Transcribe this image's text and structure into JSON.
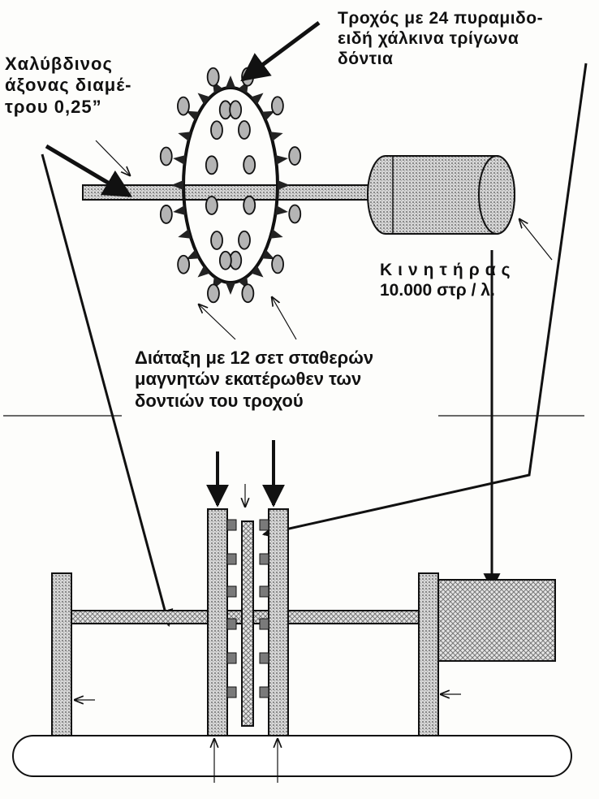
{
  "labels": {
    "axle": [
      "Χαλύβδινος",
      "άξονας διαμέ-",
      "τρου 0,25”"
    ],
    "wheel": [
      "Τροχός με 24 πυραμιδο-",
      "ειδή  χάλκινα  τρίγωνα",
      "δόντια"
    ],
    "motor": [
      "Κινητήρας",
      "10.000 στρ / λ."
    ],
    "magnets": [
      "Διάταξη με 12 σετ σταθερών",
      "μαγνητών  εκατέρωθεν  των",
      "δοντιών του τροχού"
    ]
  },
  "colors": {
    "ink": "#111111",
    "shaded": "#b4b4b4",
    "paper": "#fdfdfb"
  },
  "icons": {
    "arrow": "arrow-icon",
    "magnet": "magnet-icon",
    "tooth": "triangle-tooth-icon"
  }
}
